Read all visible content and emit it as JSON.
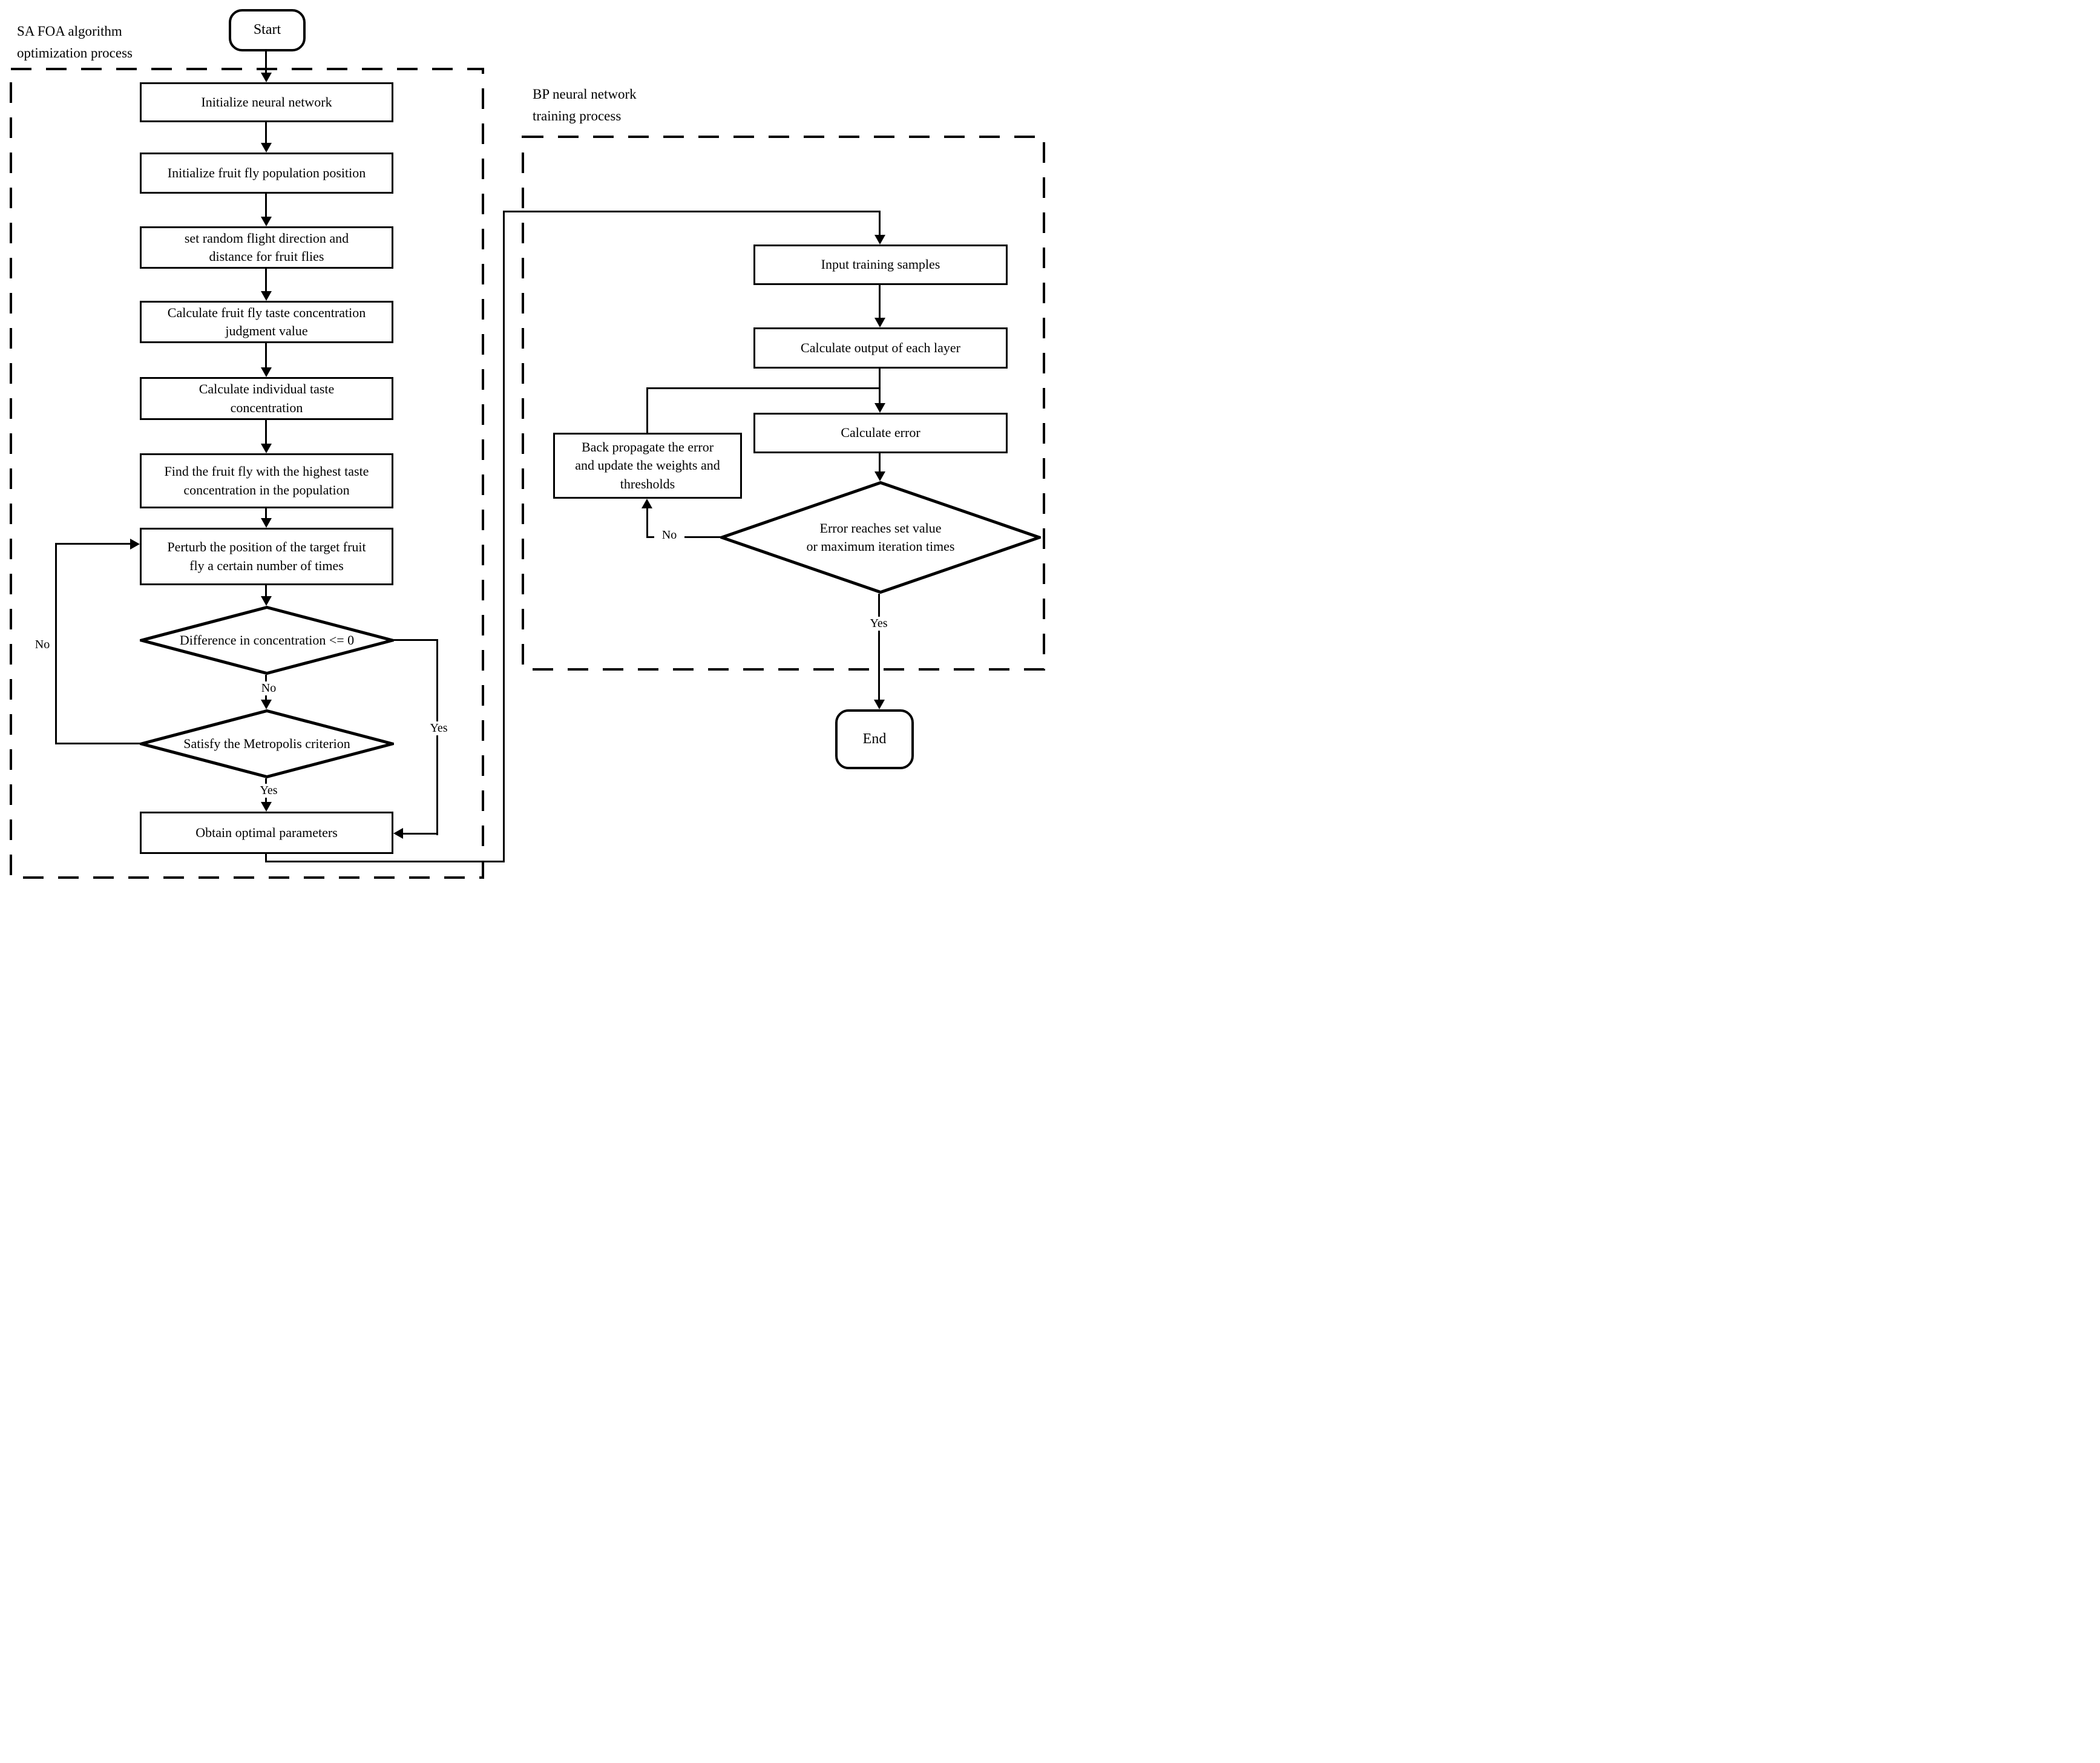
{
  "sections": {
    "sa": {
      "label": "SA FOA algorithm\noptimization process"
    },
    "bp": {
      "label": "BP neural network\ntraining process"
    }
  },
  "nodes": {
    "start": "Start",
    "init_nn": "Initialize neural network",
    "init_pop": "Initialize fruit fly population position",
    "set_flight": "set random flight direction and\ndistance for fruit flies",
    "calc_judgment": "Calculate fruit fly taste concentration\njudgment value",
    "calc_individual": "Calculate individual taste\nconcentration",
    "find_highest": "Find the fruit fly with the highest taste\nconcentration in the population",
    "perturb": "Perturb the position of the target fruit\nfly a certain number of times",
    "diff_concentration": "Difference in concentration <= 0",
    "metropolis": "Satisfy the Metropolis criterion",
    "obtain": "Obtain optimal parameters",
    "input_samples": "Input training samples",
    "calc_output": "Calculate output of each layer",
    "calc_error": "Calculate error",
    "back_propagate": "Back propagate the error\nand update the weights and\nthresholds",
    "error_reaches": "Error reaches set value\nor maximum iteration times",
    "end": "End"
  },
  "edge_labels": {
    "d1_no": "No",
    "d1_yes": "Yes",
    "d2_no": "No",
    "d2_yes": "Yes",
    "d3_no": "No",
    "d3_yes": "Yes"
  },
  "colors": {
    "line": "#000000",
    "background": "#ffffff"
  }
}
